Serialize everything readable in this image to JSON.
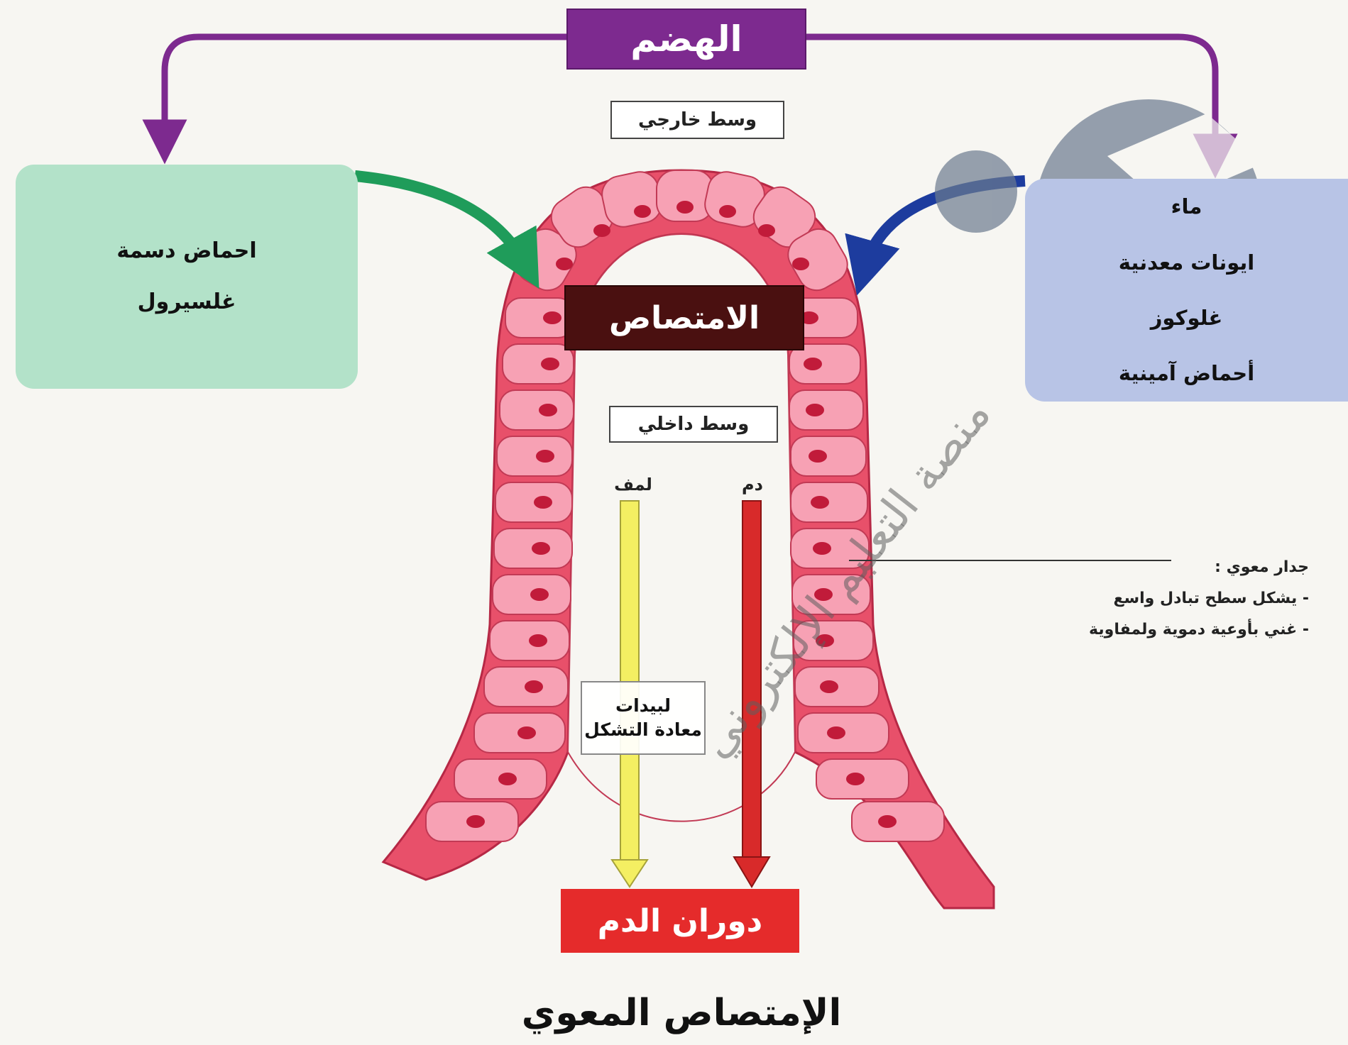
{
  "colors": {
    "digestion": "#7d2a8f",
    "absorption": "#4a1010",
    "villus": "#e8506a",
    "cell": "#f7a1b4",
    "nucleus": "#c11b3a",
    "lymph_vessel": "#f4ef62",
    "blood_vessel": "#d82a2a",
    "left_box": "#b3e2c9",
    "right_box": "#b8c4e6",
    "arrow_green": "#1f9c5a",
    "arrow_blue": "#1d3c9e",
    "blood_circulation": "#e52b2b"
  },
  "labels": {
    "digestion": "الهضم",
    "external_medium": "وسط خارجي",
    "absorption": "الامتصاص",
    "internal_medium": "وسط داخلي",
    "lymph": "لمف",
    "blood": "دم",
    "lipids_line1": "لبيدات",
    "lipids_line2": "معادة التشكل",
    "blood_circulation": "دوران الدم",
    "title": "الإمتصاص المعوي"
  },
  "left_box": {
    "items": [
      "احماض دسمة",
      "غلسيرول"
    ]
  },
  "right_box": {
    "items": [
      "ماء",
      "ايونات معدنية",
      "غلوكوز",
      "أحماض آمينية"
    ]
  },
  "wall_annotation": {
    "heading": "جدار معوي :",
    "points": [
      "- يشكل سطح تبادل واسع",
      "- غني بأوعية دموية ولمفاوية"
    ]
  },
  "watermark": {
    "text": "منصة التعليم الإلكتروني",
    "icon": "graduation-cap-icon"
  }
}
